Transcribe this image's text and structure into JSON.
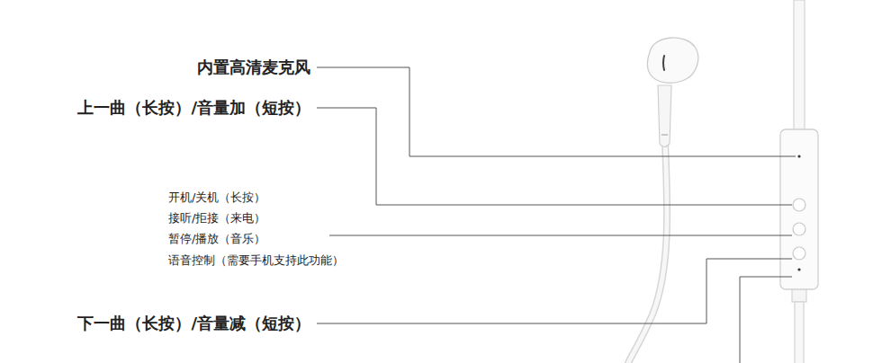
{
  "diagram": {
    "labels": [
      "内置高清麦克风",
      "上一曲（长按）/音量加（短按）",
      "开机/关机（长按）",
      "接听/拒接（来电）",
      "暂停/播放（音乐）",
      "语音控制（需要手机支持此功能）",
      "下一曲（长按）/音量减（短按）"
    ]
  }
}
